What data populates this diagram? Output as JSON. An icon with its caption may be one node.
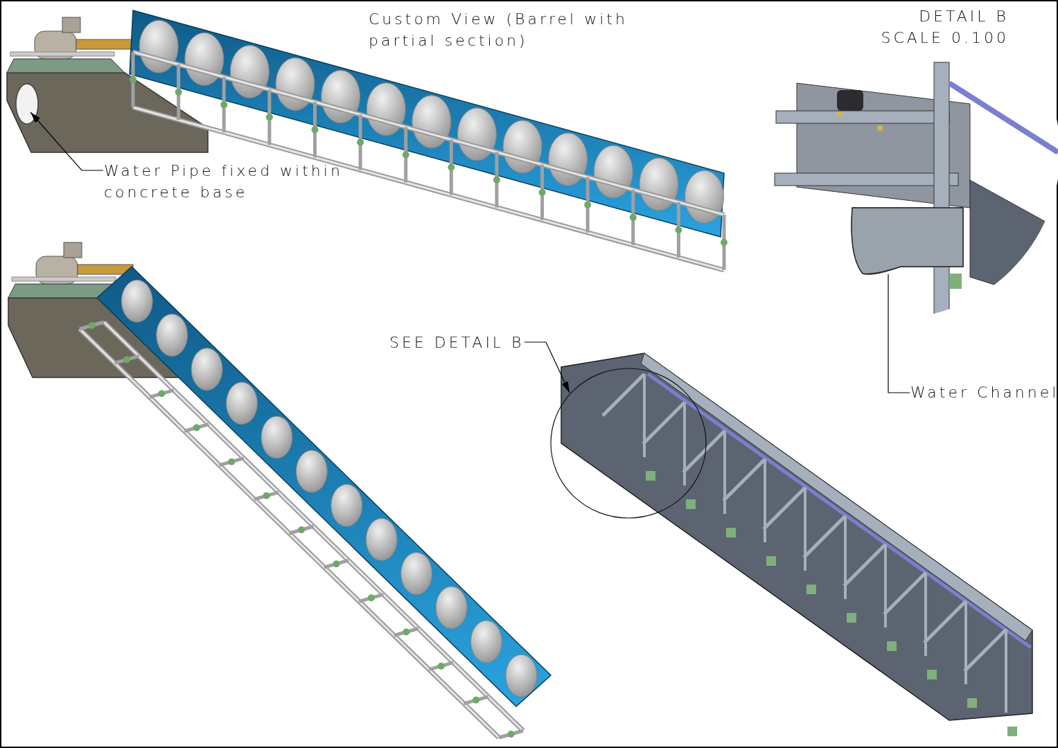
{
  "diagram": {
    "nodes": [
      {
        "text": [
          "Water Pipe fixed within concrete base"
        ]
      },
      {
        "text": [],
        "shape": "circle"
      },
      {
        "text": [
          "SEE DETAIL B"
        ]
      },
      {
        "text": [],
        "shape": "circle"
      },
      {
        "text": [
          "Water Channel"
        ]
      },
      {
        "text": [],
        "shape": "box"
      }
    ],
    "edges": [
      {
        "from": 0,
        "to": 1,
        "arrow": "to"
      },
      {
        "from": 2,
        "to": 3,
        "arrow": "to"
      },
      {
        "from": 4,
        "to": 5,
        "arrow": "none"
      }
    ],
    "labels": [
      "Custom View (Barrel with partial section)",
      "DETAIL B SCALE 0.100"
    ]
  }
}
